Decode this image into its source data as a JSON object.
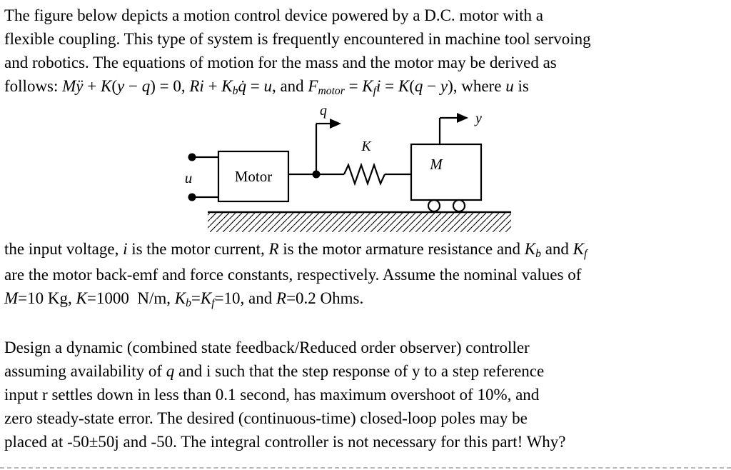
{
  "page": {
    "background": "#ffffff",
    "text_color": "#000000"
  },
  "paragraph1": {
    "lines": {
      "0": [
        {
          "t": "The figure below depicts a motion control device powered by a D.C. motor with a",
          "s": "n"
        }
      ],
      "1": [
        {
          "t": "flexible coupling. This type of system is frequently encountered in machine tool servoing",
          "s": "n"
        }
      ],
      "2": [
        {
          "t": "and robotics. The equations of motion for the mass and the motor may be derived as",
          "s": "n"
        }
      ],
      "3": [
        {
          "t": "follows: ",
          "s": "n"
        },
        {
          "t": "Mÿ",
          "s": "i"
        },
        {
          "t": " + ",
          "s": "n"
        },
        {
          "t": "K",
          "s": "i"
        },
        {
          "t": "(",
          "s": "n"
        },
        {
          "t": "y",
          "s": "i"
        },
        {
          "t": " − ",
          "s": "n"
        },
        {
          "t": "q",
          "s": "i"
        },
        {
          "t": ") = 0, ",
          "s": "n"
        },
        {
          "t": "Ri",
          "s": "i"
        },
        {
          "t": " + ",
          "s": "n"
        },
        {
          "t": "K",
          "s": "i"
        },
        {
          "t": "b",
          "s": "sub"
        },
        {
          "t": "q̇",
          "s": "i"
        },
        {
          "t": " = ",
          "s": "n"
        },
        {
          "t": "u",
          "s": "i"
        },
        {
          "t": ", and ",
          "s": "n"
        },
        {
          "t": "F",
          "s": "i"
        },
        {
          "t": "motor",
          "s": "sub"
        },
        {
          "t": " = ",
          "s": "n"
        },
        {
          "t": "K",
          "s": "i"
        },
        {
          "t": "f",
          "s": "sub"
        },
        {
          "t": "i",
          "s": "i"
        },
        {
          "t": " = ",
          "s": "n"
        },
        {
          "t": "K",
          "s": "i"
        },
        {
          "t": "(",
          "s": "n"
        },
        {
          "t": "q",
          "s": "i"
        },
        {
          "t": " − ",
          "s": "n"
        },
        {
          "t": "y",
          "s": "i"
        },
        {
          "t": "), where ",
          "s": "n"
        },
        {
          "t": "u",
          "s": "i"
        },
        {
          "t": " is",
          "s": "n"
        }
      ]
    }
  },
  "figure": {
    "motor_label": "Motor",
    "mass_label": "M",
    "spring_label": "K",
    "input_label": "u",
    "q_label": "q",
    "y_label": "y"
  },
  "paragraph2": {
    "lines": {
      "0": [
        {
          "t": "the input voltage, ",
          "s": "n"
        },
        {
          "t": "i",
          "s": "i"
        },
        {
          "t": " is the motor current, ",
          "s": "n"
        },
        {
          "t": "R",
          "s": "i"
        },
        {
          "t": " is the motor armature resistance and ",
          "s": "n"
        },
        {
          "t": "K",
          "s": "i"
        },
        {
          "t": "b",
          "s": "sub"
        },
        {
          "t": " and ",
          "s": "n"
        },
        {
          "t": "K",
          "s": "i"
        },
        {
          "t": "f",
          "s": "sub"
        }
      ],
      "1": [
        {
          "t": "are the motor back-emf and force constants, respectively. Assume the nominal values of",
          "s": "n"
        }
      ],
      "2": [
        {
          "t": "M",
          "s": "i"
        },
        {
          "t": "=10 Kg, ",
          "s": "n"
        },
        {
          "t": "K",
          "s": "i"
        },
        {
          "t": "=1000  N/m, ",
          "s": "n"
        },
        {
          "t": "K",
          "s": "i"
        },
        {
          "t": "b",
          "s": "sub"
        },
        {
          "t": "=",
          "s": "n"
        },
        {
          "t": "K",
          "s": "i"
        },
        {
          "t": "f",
          "s": "sub"
        },
        {
          "t": "=10, and ",
          "s": "n"
        },
        {
          "t": "R",
          "s": "i"
        },
        {
          "t": "=0.2 Ohms.",
          "s": "n"
        }
      ]
    }
  },
  "paragraph3": {
    "lines": {
      "0": [
        {
          "t": "Design a dynamic (combined state feedback/Reduced order observer) controller",
          "s": "n"
        }
      ],
      "1": [
        {
          "t": "assuming availability of ",
          "s": "n"
        },
        {
          "t": "q",
          "s": "i"
        },
        {
          "t": " and i such that the step response of y to a step reference",
          "s": "n"
        }
      ],
      "2": [
        {
          "t": "input r settles down in less than 0.1 second, has maximum overshoot of 10%, and",
          "s": "n"
        }
      ],
      "3": [
        {
          "t": "zero steady-state error. The desired (continuous-time) closed-loop poles may be",
          "s": "n"
        }
      ],
      "4": [
        {
          "t": "placed at -50±50j and -50. The integral controller is not necessary for this part! Why?",
          "s": "n"
        }
      ]
    }
  }
}
